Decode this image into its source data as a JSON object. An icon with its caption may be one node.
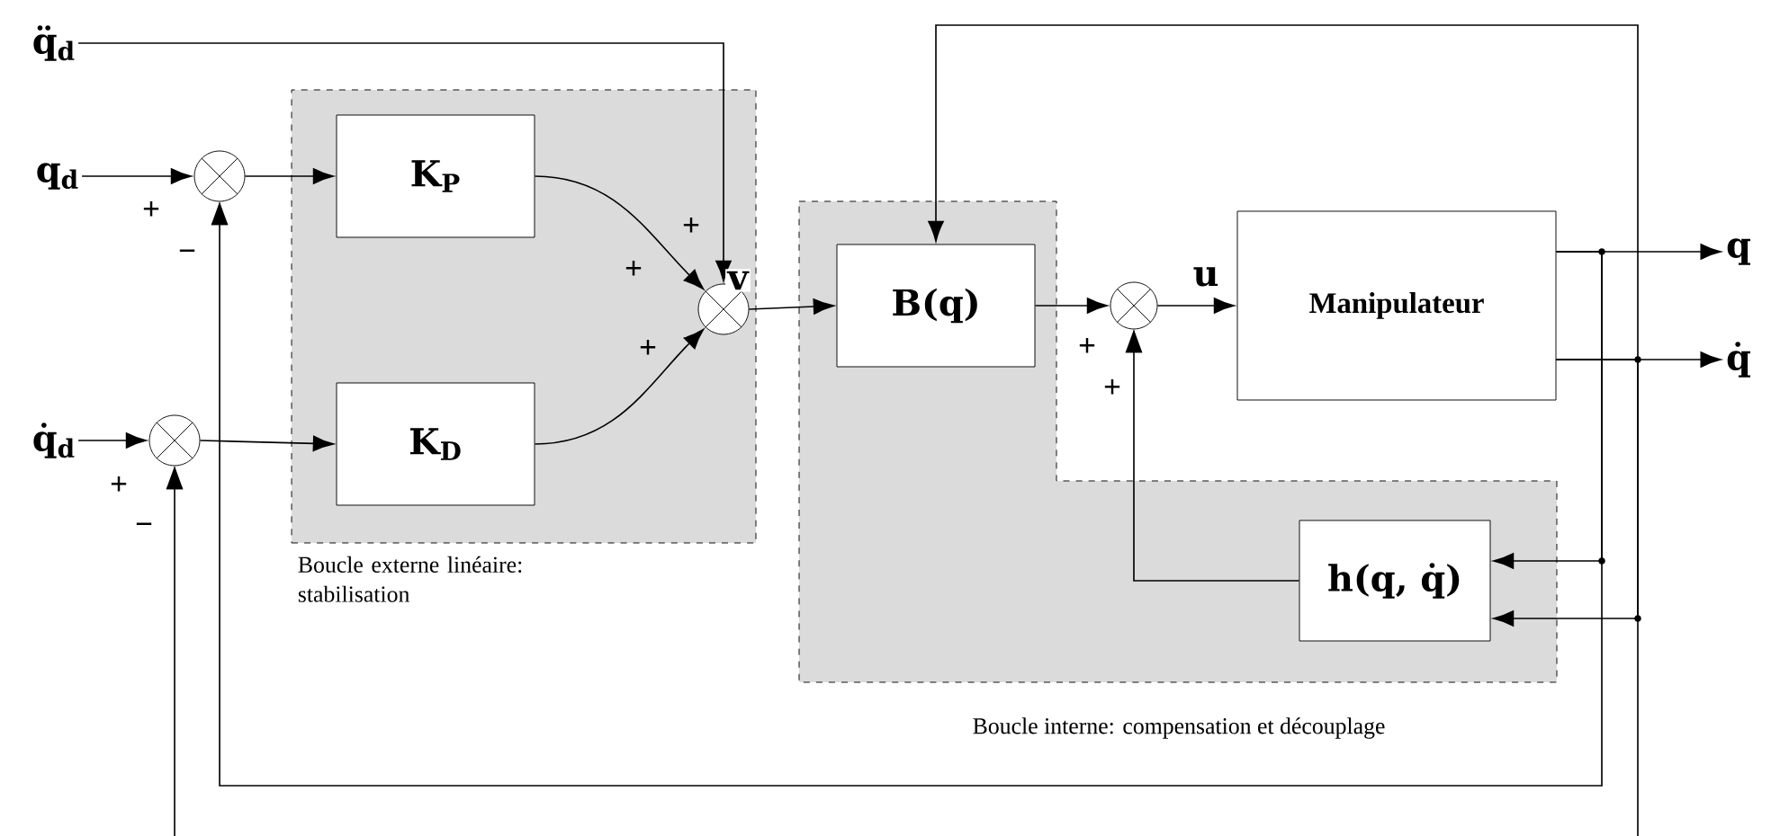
{
  "diagram": {
    "nodes": [
      {
        "text": [
          "q̈$_{d}$"
        ]
      },
      {
        "text": [
          "q$_{d}$"
        ]
      },
      {
        "text": [],
        "shape": "circle",
        "beside": [
          "+",
          "−"
        ]
      },
      {
        "text": [
          "q̇$_{d}$"
        ]
      },
      {
        "text": [],
        "shape": "circle",
        "beside": [
          "+",
          "−"
        ]
      },
      {
        "text": [
          "Boucle externe linéaire: stabilisation"
        ]
      },
      {
        "text": [
          "K$_{P}$"
        ],
        "in": 5
      },
      {
        "text": [
          "K$_{D}$"
        ],
        "in": 5
      },
      {
        "text": [],
        "shape": "circle",
        "in": 5,
        "beside": [
          "+",
          "+",
          "+"
        ]
      },
      {
        "text": [
          "Boucle interne: compensation et découplage"
        ]
      },
      {
        "text": [
          "B(q)"
        ],
        "in": 9
      },
      {
        "text": [
          "h(q, q̇)"
        ],
        "in": 9
      },
      {
        "text": [],
        "shape": "circle",
        "beside": [
          "+",
          "+"
        ]
      },
      {
        "text": [
          "Manipulateur"
        ]
      },
      {
        "text": [
          "q"
        ]
      },
      {
        "text": [
          "q̇"
        ]
      }
    ],
    "edges": [
      {
        "from": 0,
        "to": 8,
        "arrow": "to"
      },
      {
        "from": 1,
        "to": 2,
        "arrow": "to"
      },
      {
        "from": 2,
        "to": 6,
        "arrow": "to"
      },
      {
        "from": 3,
        "to": 4,
        "arrow": "to"
      },
      {
        "from": 4,
        "to": 7,
        "arrow": "to"
      },
      {
        "from": 6,
        "to": 8,
        "arrow": "to"
      },
      {
        "from": 7,
        "to": 8,
        "arrow": "to"
      },
      {
        "from": 8,
        "to": 10,
        "arrow": "to",
        "label": "v"
      },
      {
        "from": 10,
        "to": 12,
        "arrow": "to"
      },
      {
        "from": 12,
        "to": 13,
        "arrow": "to",
        "label": "u"
      },
      {
        "from": 13,
        "to": 14,
        "arrow": "to"
      },
      {
        "from": 13,
        "to": 15,
        "arrow": "to"
      },
      {
        "from": 11,
        "to": 12,
        "arrow": "to"
      },
      {
        "from": 13,
        "to": 11,
        "arrow": "to"
      },
      {
        "from": 13,
        "to": 2,
        "arrow": "to"
      },
      {
        "from": 13,
        "to": 10,
        "arrow": "to"
      },
      {
        "from": 13,
        "to": 11,
        "arrow": "to"
      },
      {
        "from": 13,
        "to": null,
        "arrow": "none"
      },
      {
        "from": null,
        "to": 4,
        "arrow": "to"
      }
    ]
  }
}
